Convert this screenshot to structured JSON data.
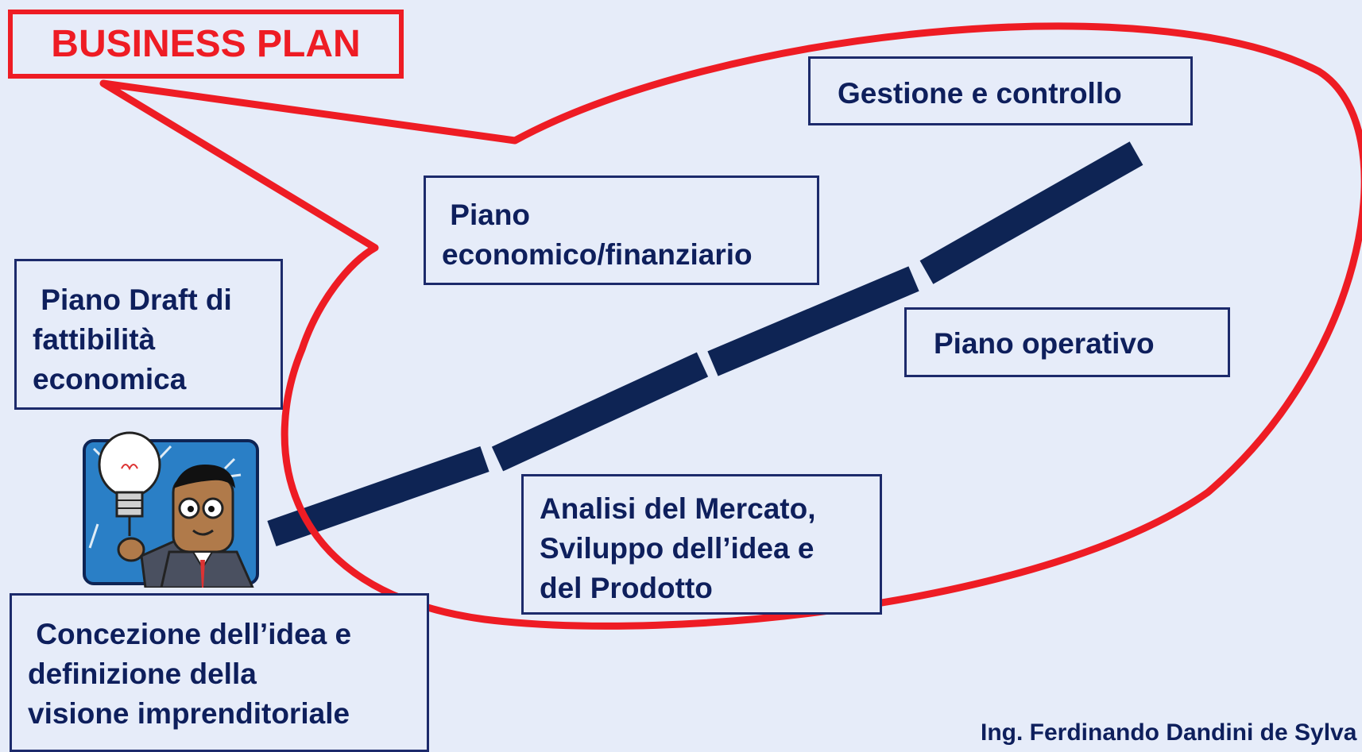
{
  "title": "BUSINESS PLAN",
  "boxes": {
    "gestione": "Gestione e controllo",
    "piano_econ": [
      " Piano",
      "economico/finanziario"
    ],
    "draft": [
      " Piano Draft di",
      "fattibilità",
      "economica"
    ],
    "operativo": "Piano operativo",
    "analisi": [
      "Analisi del Mercato,",
      "Sviluppo dell’idea e",
      "del Prodotto"
    ],
    "concezione": [
      " Concezione dell’idea e",
      "definizione della",
      "visione imprenditoriale"
    ]
  },
  "author": "Ing. Ferdinando Dandini de Sylva",
  "colors": {
    "accent": "#ee1c24",
    "navy": "#0e1f5c",
    "background": "#e6ecf9"
  },
  "icons": [
    "businessman-lightbulb-icon"
  ]
}
